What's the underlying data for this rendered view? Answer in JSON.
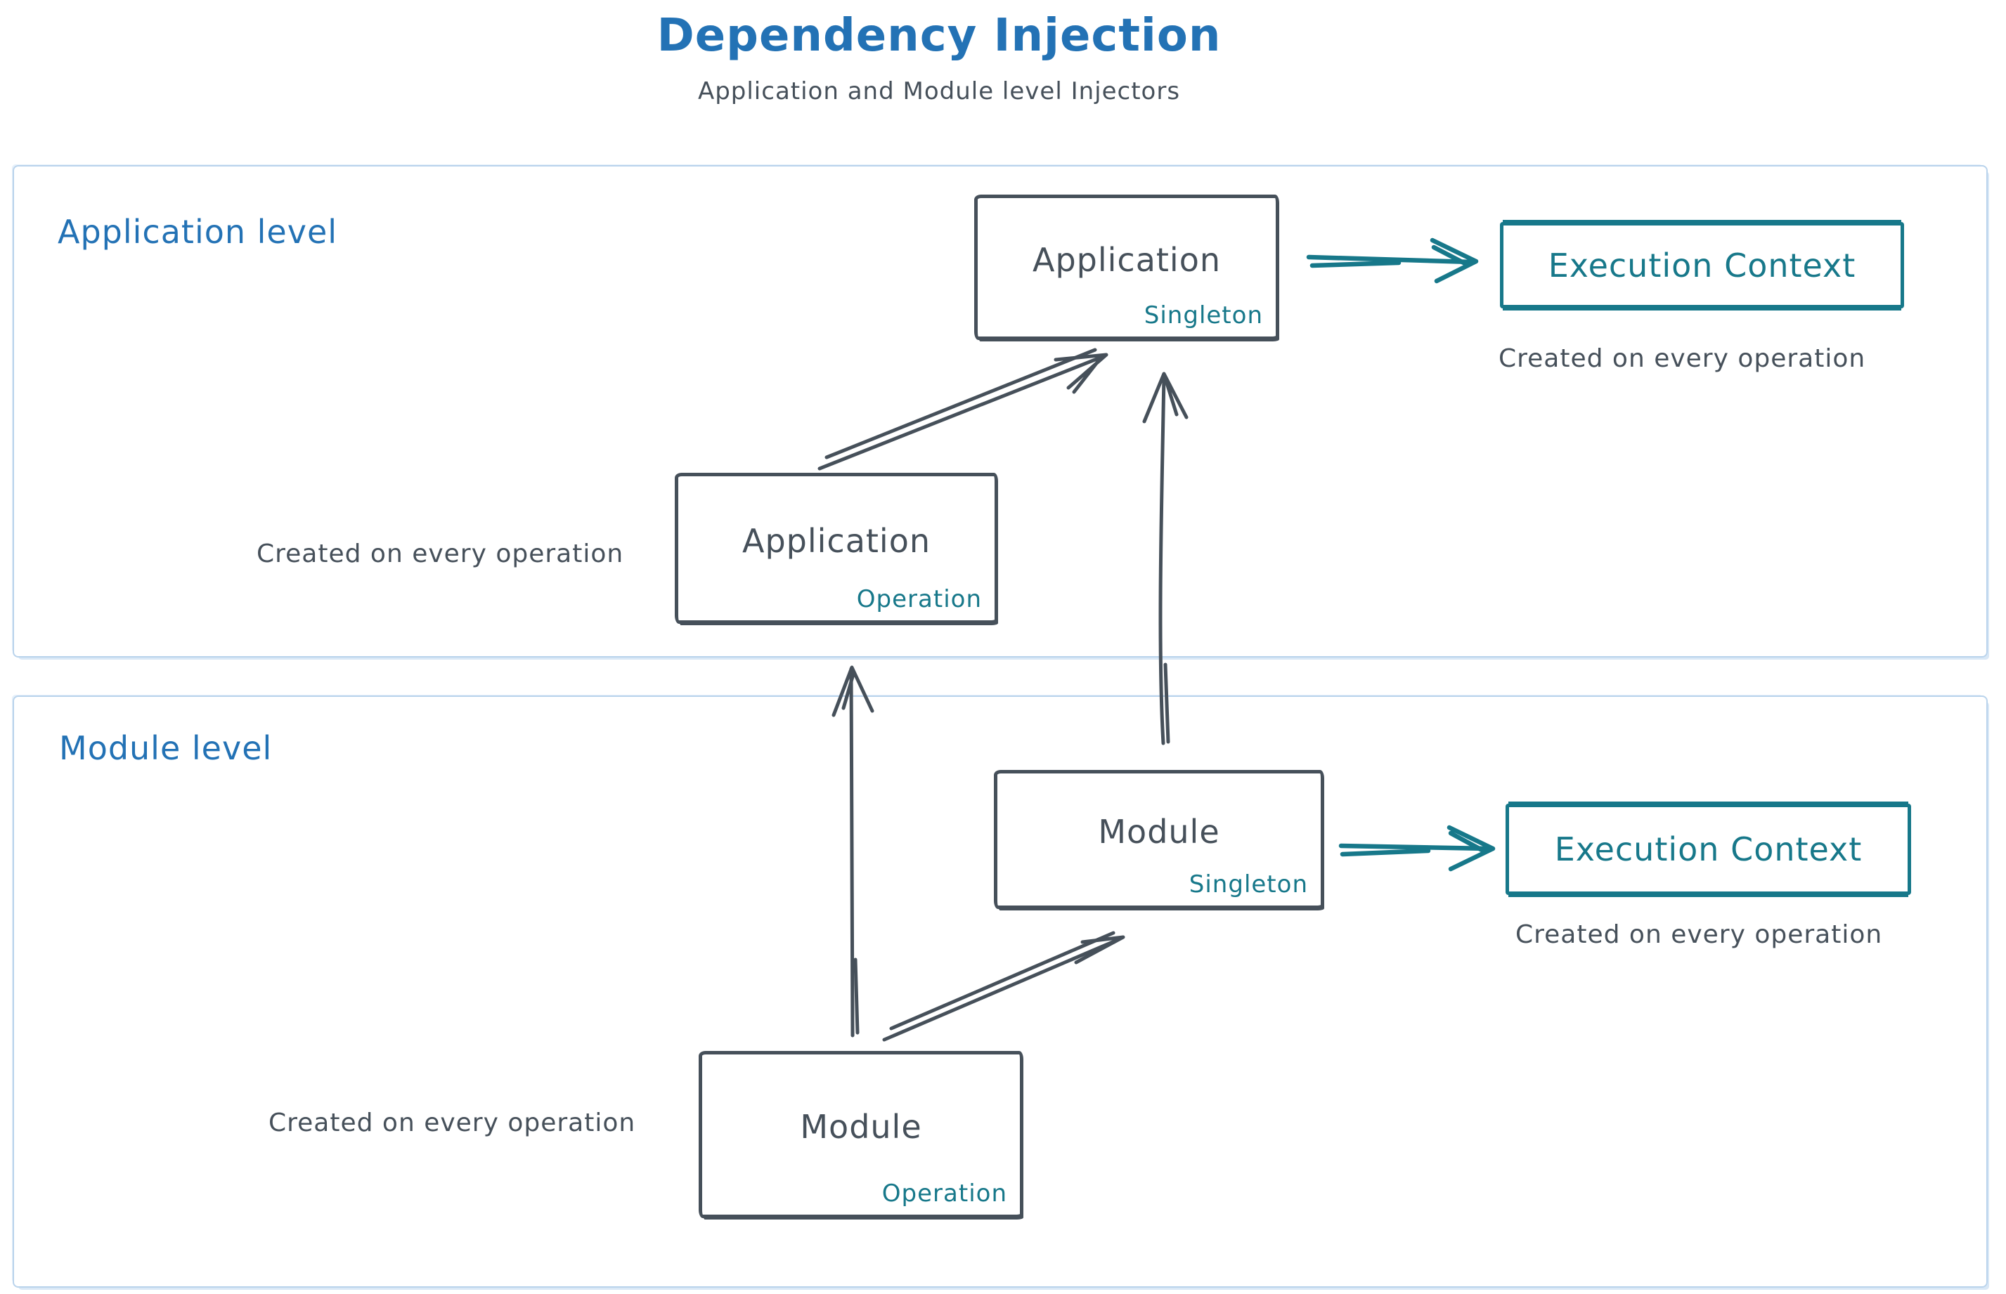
{
  "colors": {
    "title_blue": "#2372b5",
    "teal": "#17788a",
    "slate": "#46505a",
    "container_border": "#b9d3ec"
  },
  "header": {
    "title": "Dependency Injection",
    "subtitle": "Application and Module level Injectors"
  },
  "sections": {
    "application": {
      "label": "Application level"
    },
    "module": {
      "label": "Module level"
    }
  },
  "nodes": {
    "app_singleton": {
      "title": "Application",
      "badge": "Singleton"
    },
    "app_operation": {
      "title": "Application",
      "badge": "Operation"
    },
    "module_singleton": {
      "title": "Module",
      "badge": "Singleton"
    },
    "module_operation": {
      "title": "Module",
      "badge": "Operation"
    },
    "app_execution_context": {
      "label": "Execution Context"
    },
    "module_execution_context": {
      "label": "Execution Context"
    }
  },
  "captions": {
    "app_operation": "Created on every operation",
    "module_operation": "Created on every operation",
    "app_execution": "Created on every operation",
    "module_execution": "Created on every operation"
  }
}
